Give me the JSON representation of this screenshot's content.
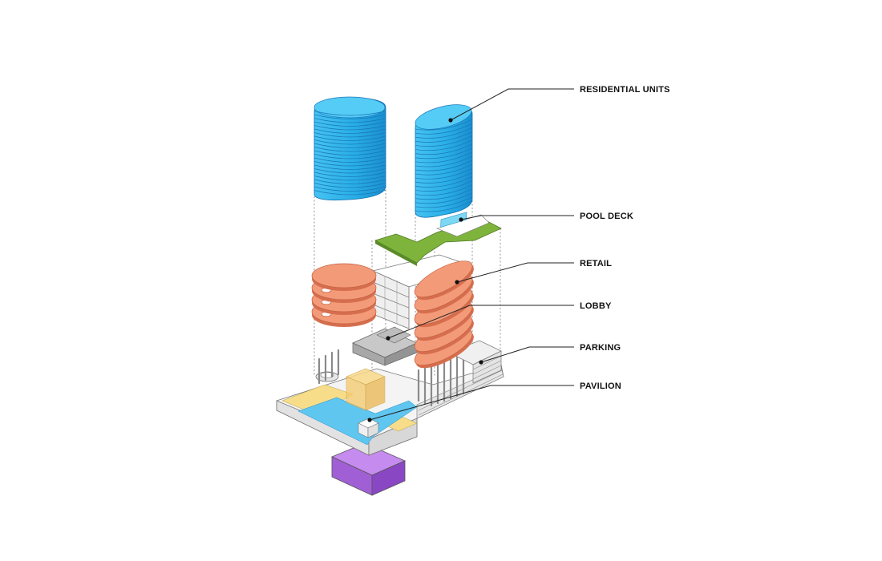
{
  "labels": {
    "residential_units": "RESIDENTIAL UNITS",
    "pool_deck": "POOL DECK",
    "retail": "RETAIL",
    "lobby": "LOBBY",
    "parking": "PARKING",
    "pavilion": "PAVILION"
  },
  "colors": {
    "residential": "#29aee6",
    "residential_dark": "#1888c8",
    "pool_deck": "#7fb43c",
    "pool_water": "#7dd8f4",
    "retail": "#f39a78",
    "retail_dark": "#d66e4e",
    "lobby": "#a8a8a8",
    "plaza_yellow": "#f7dd8a",
    "plaza_blue": "#5fc6f0",
    "pavilion_box": "#f5c96a",
    "basement": "#a15fd6",
    "base_slab": "#f2f2f2"
  }
}
